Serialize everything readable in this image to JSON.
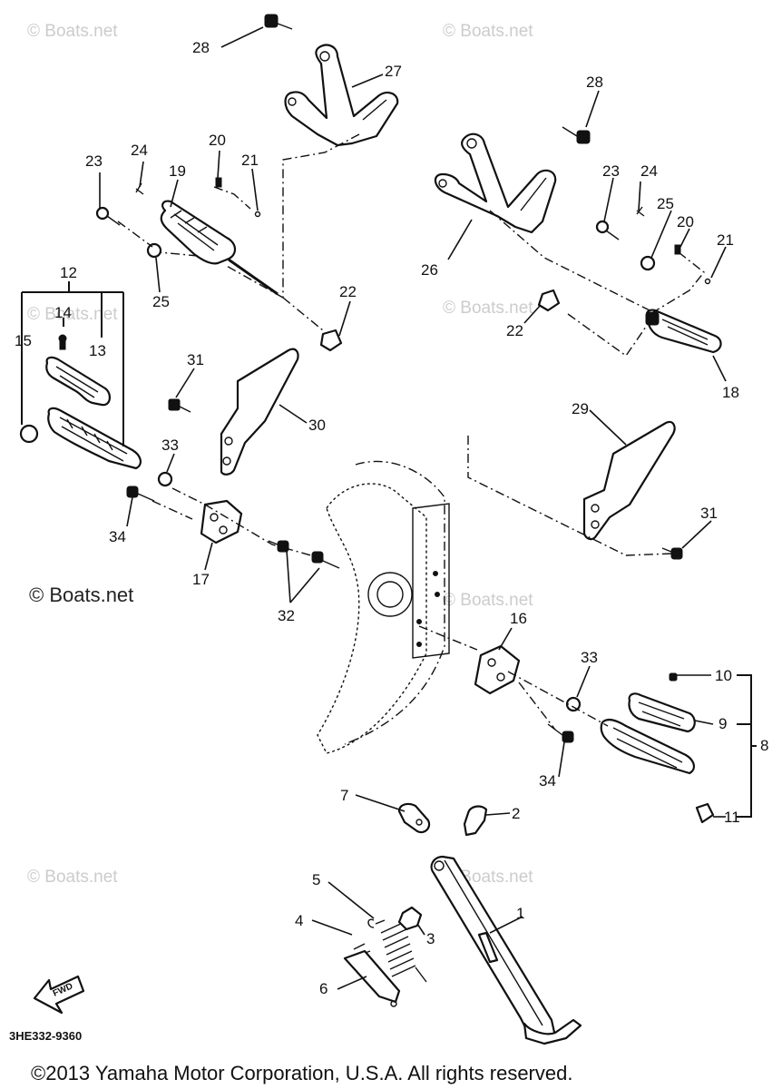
{
  "watermark": "© Boats.net",
  "diagram_code": "3HE332-9360",
  "fwd_label": "FWD",
  "copyright": "©2013 Yamaha Motor Corporation, U.S.A. All rights reserved.",
  "callouts": [
    "1",
    "2",
    "3",
    "4",
    "5",
    "6",
    "7",
    "8",
    "9",
    "10",
    "11",
    "12",
    "13",
    "14",
    "15",
    "16",
    "17",
    "18",
    "19",
    "20",
    "21",
    "22",
    "23",
    "24",
    "25",
    "26",
    "27",
    "28",
    "29",
    "30",
    "31",
    "32",
    "33",
    "34"
  ]
}
